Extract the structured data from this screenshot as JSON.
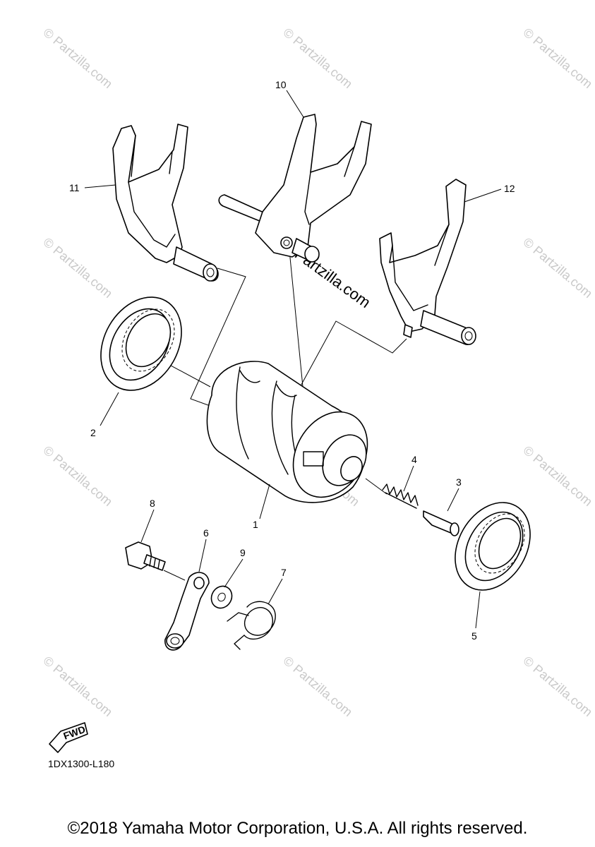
{
  "callouts": [
    "1",
    "2",
    "3",
    "4",
    "5",
    "6",
    "7",
    "8",
    "9",
    "10",
    "11",
    "12"
  ],
  "watermark": {
    "small": "© Partzilla.com",
    "large": "© Partzilla.com"
  },
  "fwd_label": "FWD",
  "diagram_code": "1DX1300-L180",
  "copyright": "©2018 Yamaha Motor Corporation, U.S.A. All rights reserved."
}
